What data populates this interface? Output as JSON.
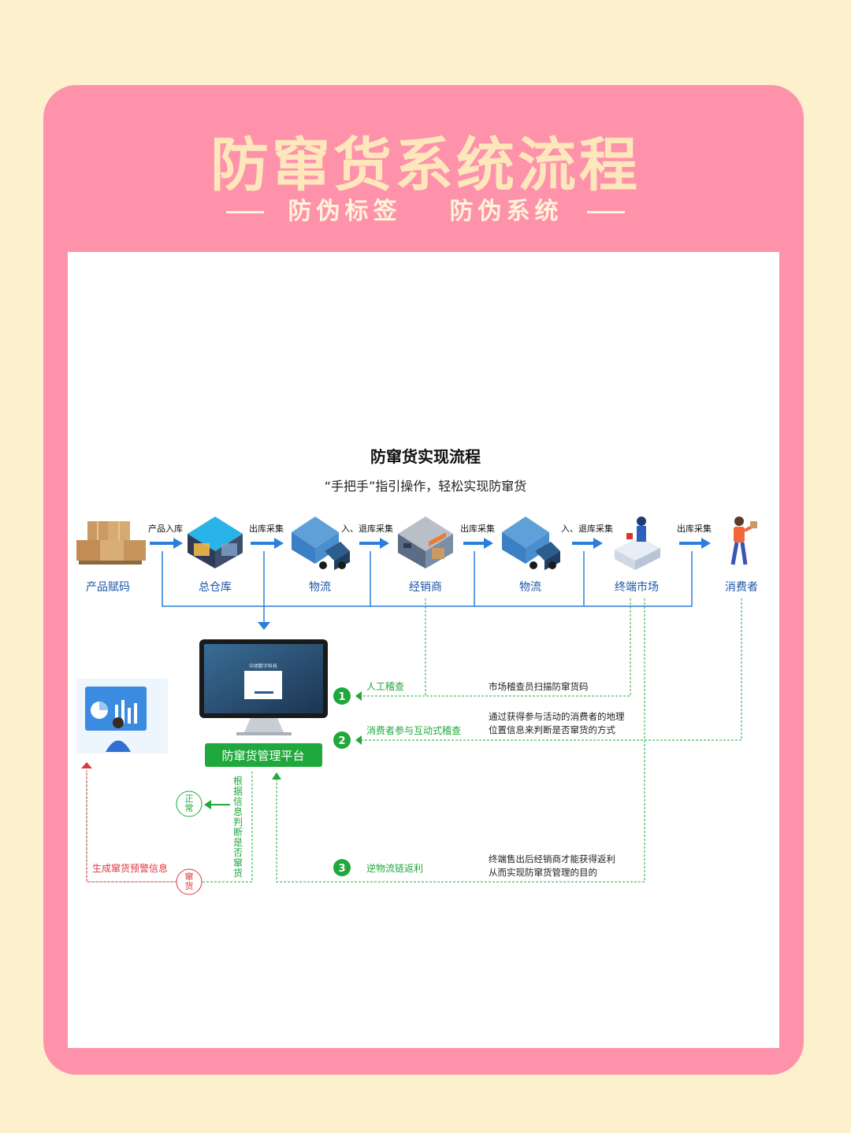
{
  "header": {
    "title": "防窜货系统流程",
    "subtitle_1": "防伪标签",
    "subtitle_2": "防伪系统"
  },
  "diagram": {
    "title": "防窜货实现流程",
    "subtitle": "“手把手”指引操作，轻松实现防窜货",
    "nodes": [
      "产品赋码",
      "总仓库",
      "物流",
      "经销商",
      "物流",
      "终端市场",
      "消费者"
    ],
    "arrow_labels": [
      "产品入库",
      "出库采集",
      "入、退库采集",
      "出库采集",
      "入、退库采集",
      "出库采集"
    ],
    "platform": {
      "label": "防窜货管理平台",
      "screen_text": "中旭数字科技"
    },
    "checks": [
      {
        "num": "1",
        "label": "人工稽查",
        "desc": [
          "市场稽查员扫描防窜货码"
        ]
      },
      {
        "num": "2",
        "label": "消费者参与互动式稽查",
        "desc": [
          "通过获得参与活动的消费者的地理",
          "位置信息来判断是否窜货的方式"
        ]
      },
      {
        "num": "3",
        "label": "逆物流链返利",
        "desc": [
          "终端售出后经销商才能获得返利",
          "从而实现防窜货管理的目的"
        ]
      }
    ],
    "judge_text": "根据信息判断是否窜货",
    "normal_label": "正常",
    "abnormal_label": "窜货",
    "warning_text": "生成窜货预警信息"
  },
  "colors": {
    "background": "#fdf0cc",
    "card": "#ff92ab",
    "blue": "#2b7fdc",
    "green": "#1fa83b",
    "red": "#e0373f"
  }
}
